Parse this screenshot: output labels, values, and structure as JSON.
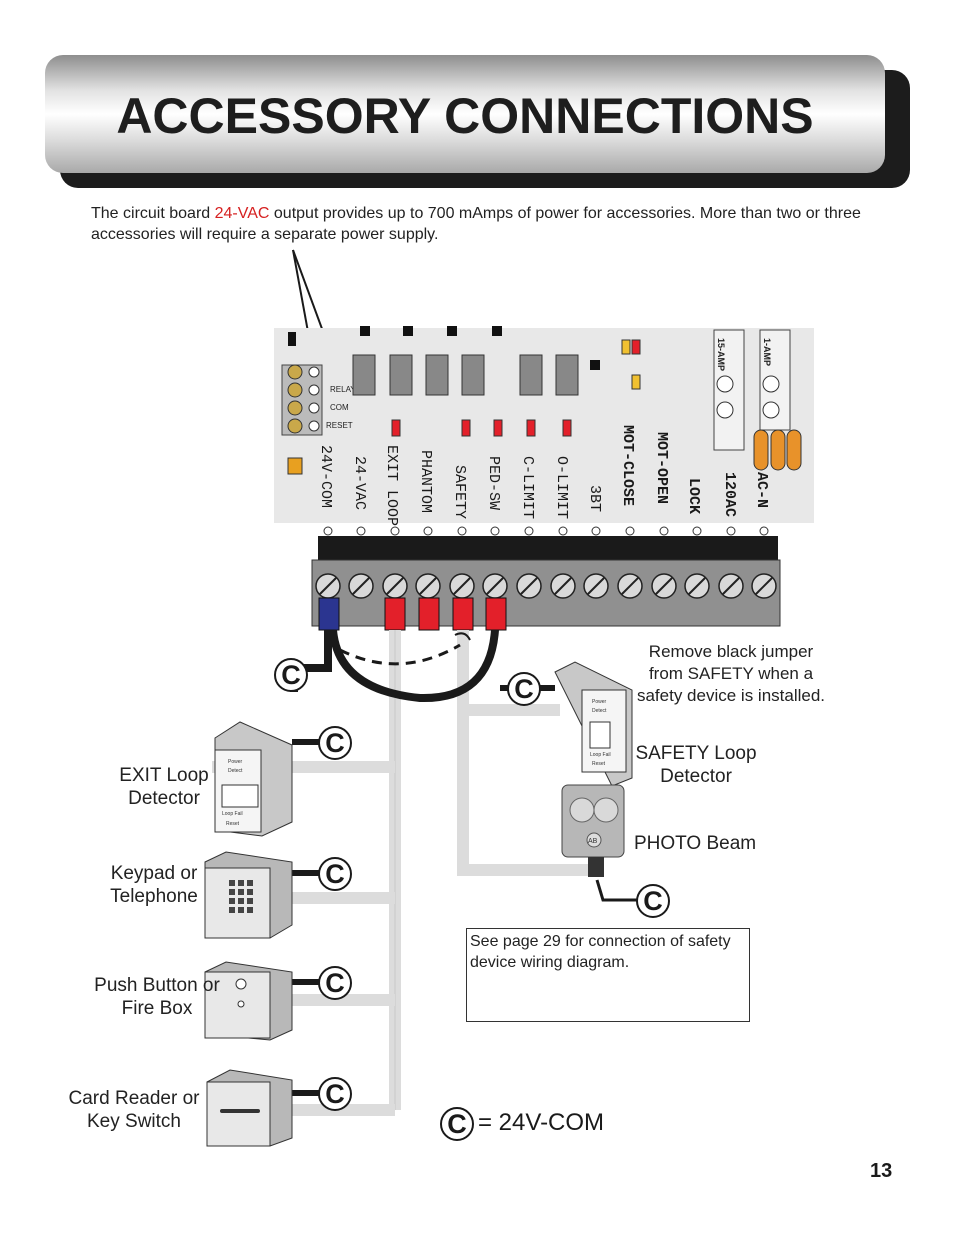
{
  "title": "ACCESSORY CONNECTIONS",
  "intro": {
    "before": "The circuit board ",
    "highlight": "24-VAC",
    "after": " output provides up to 700 mAmps of power for accessories. More than two or three accessories will require a separate  power supply."
  },
  "terminals": [
    "24V-COM",
    "24-VAC",
    "EXIT LOOP",
    "PHANTOM",
    "SAFETY",
    "PED-SW",
    "C-LIMIT",
    "O-LIMIT",
    "3BT",
    "MOT-CLOSE",
    "MOT-OPEN",
    "LOCK",
    "120AC",
    "AC-N"
  ],
  "board_labels": {
    "fuse_15": "15-AMP",
    "fuse_1": "1-AMP",
    "relay": "RELAY",
    "com": "COM",
    "reset": "RESET"
  },
  "labels": {
    "jumper_note": "Remove black jumper from SAFETY when a safety device is installed.",
    "safety_loop": "SAFETY Loop Detector",
    "photo_beam": "PHOTO Beam",
    "exit_loop": "EXIT Loop Detector",
    "keypad": "Keypad or Telephone",
    "push_button": "Push Button or Fire Box",
    "card_reader": "Card Reader or Key Switch"
  },
  "note": "See page 29 for connection of safety device wiring diagram.",
  "c_symbol": "C",
  "legend": "= 24V-COM",
  "page_number": "13",
  "detector_text": {
    "power": "Power",
    "detect": "Detect",
    "loop_fail": "Loop Fail",
    "reset": "Reset",
    "ab": "AB"
  },
  "colors": {
    "red_terminal": "#e3202a",
    "blue_terminal": "#2b3590",
    "wire_gray": "#dcdcdc",
    "wire_black": "#1a1a1a"
  }
}
